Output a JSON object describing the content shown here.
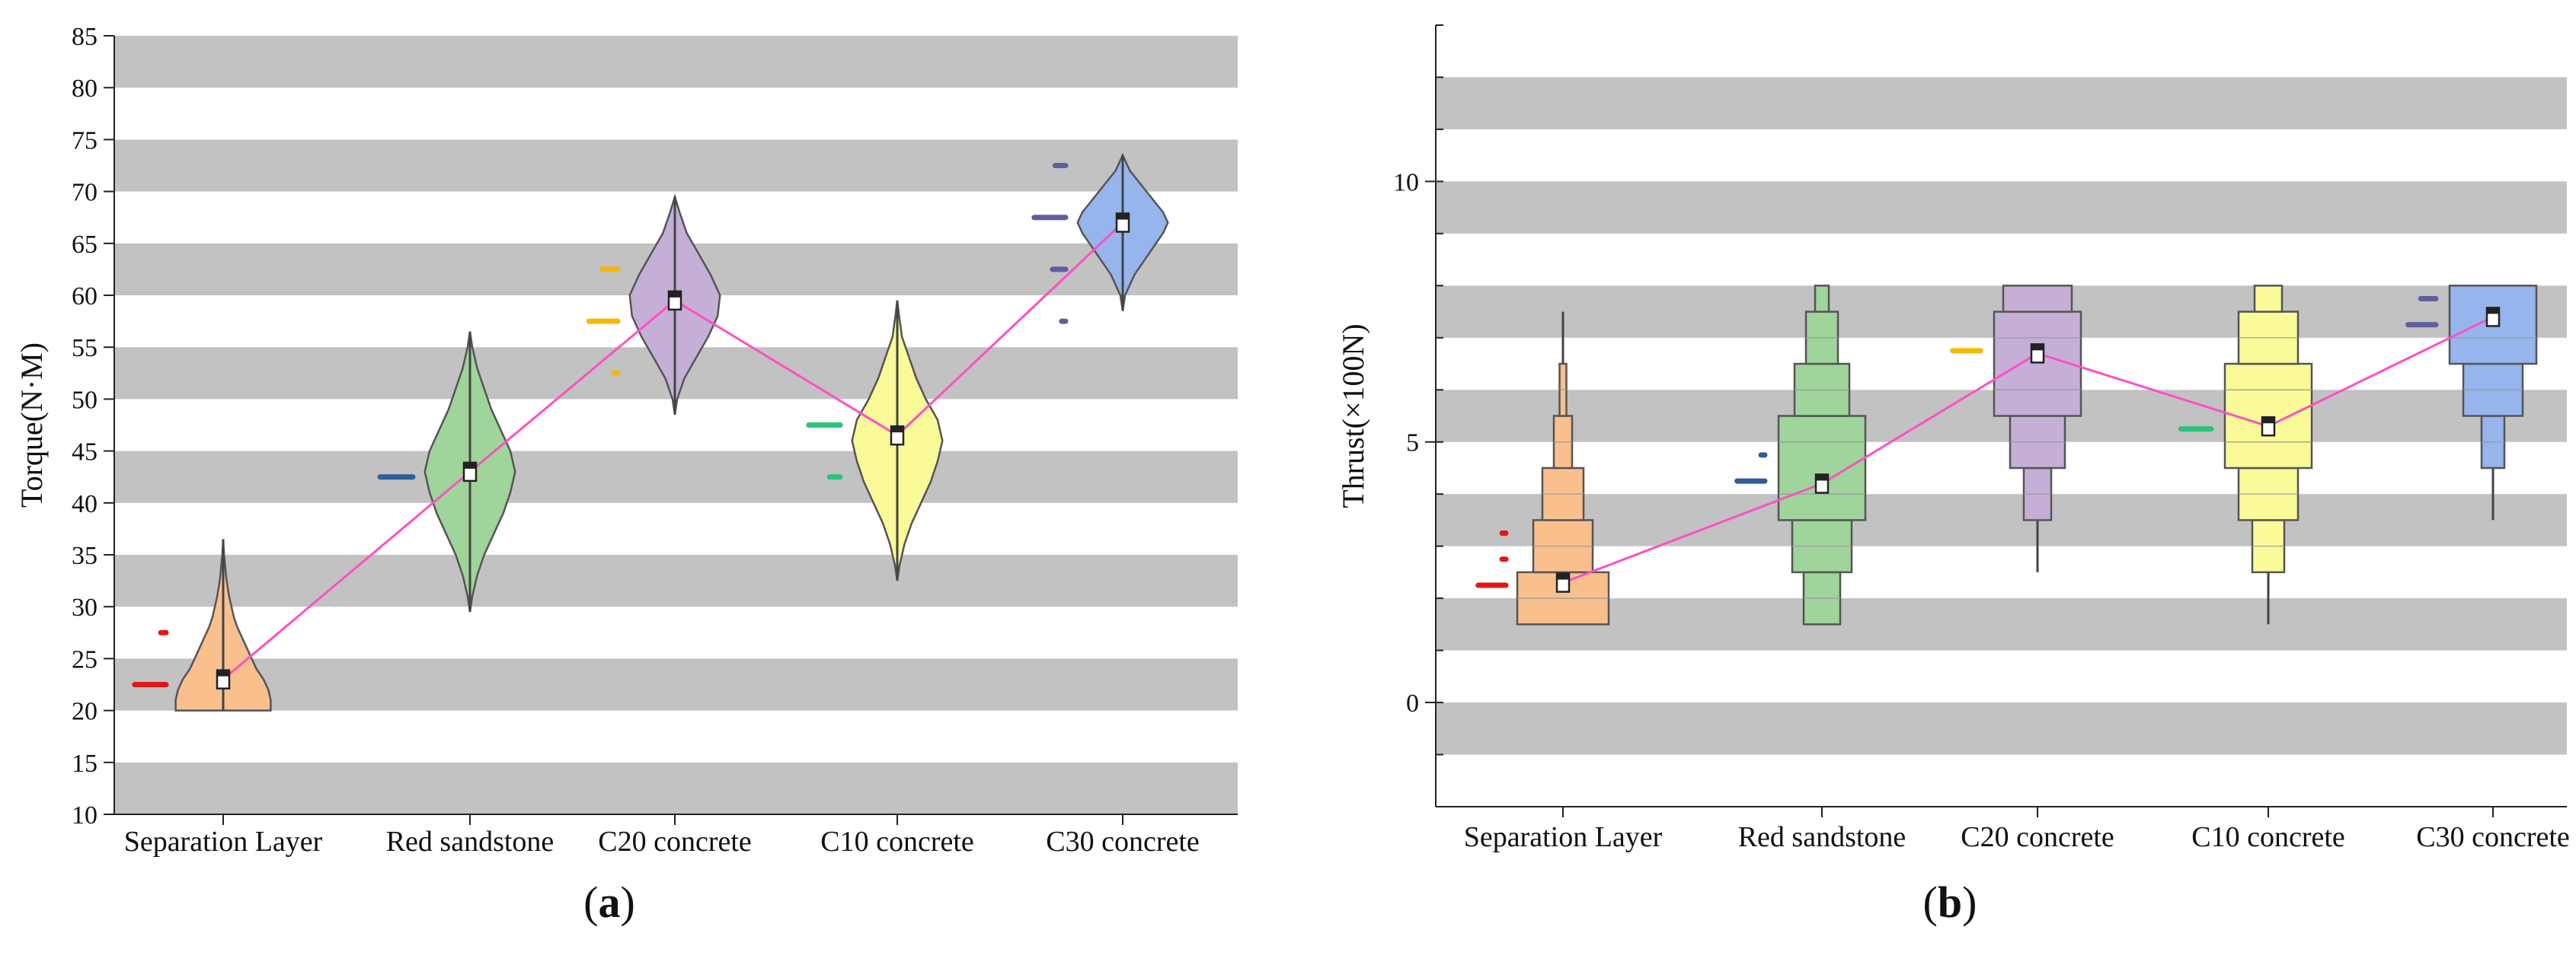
{
  "chart_data": [
    {
      "type": "violin",
      "panel_label": "a",
      "ylabel": "Torque(N·M)",
      "ylim": [
        10,
        85
      ],
      "yticks": [
        10,
        15,
        20,
        25,
        30,
        35,
        40,
        45,
        50,
        55,
        60,
        65,
        70,
        75,
        80,
        85
      ],
      "grid_bands": "alternating grey/white, 5 units",
      "categories": [
        "Separation Layer",
        "Red sandstone",
        "C20 concrete",
        "C10 concrete",
        "C30 concrete"
      ],
      "colors": [
        "#f9c08e",
        "#9fd49a",
        "#c5afd6",
        "#fafa99",
        "#95b5ec"
      ],
      "marker_colors": [
        "#e21818",
        "#2f5d96",
        "#f5b800",
        "#2cc27a",
        "#5f5f9e"
      ],
      "violins": [
        {
          "min": 20,
          "max": 36.5,
          "widths": [
            [
              20,
              0.2
            ],
            [
              21,
              0.2
            ],
            [
              22,
              0.19
            ],
            [
              23,
              0.17
            ],
            [
              24,
              0.14
            ],
            [
              25,
              0.12
            ],
            [
              26,
              0.1
            ],
            [
              27,
              0.08
            ],
            [
              28,
              0.06
            ],
            [
              29,
              0.045
            ],
            [
              30,
              0.035
            ],
            [
              31,
              0.025
            ],
            [
              32,
              0.018
            ],
            [
              33,
              0.012
            ],
            [
              34,
              0.008
            ],
            [
              35,
              0.004
            ],
            [
              36.5,
              0
            ]
          ],
          "mean": 23,
          "box": [
            22.5,
            23.6
          ]
        },
        {
          "min": 29.5,
          "max": 56.5,
          "widths": [
            [
              29.5,
              0
            ],
            [
              31,
              0.01
            ],
            [
              33,
              0.03
            ],
            [
              35,
              0.06
            ],
            [
              37,
              0.1
            ],
            [
              39,
              0.14
            ],
            [
              41,
              0.17
            ],
            [
              43,
              0.19
            ],
            [
              45,
              0.17
            ],
            [
              47,
              0.13
            ],
            [
              49,
              0.09
            ],
            [
              51,
              0.06
            ],
            [
              53,
              0.03
            ],
            [
              55,
              0.01
            ],
            [
              56.5,
              0
            ]
          ],
          "mean": 43,
          "box": [
            42.6,
            43.6
          ]
        },
        {
          "min": 48.5,
          "max": 69.5,
          "widths": [
            [
              48.5,
              0
            ],
            [
              50,
              0.01
            ],
            [
              52,
              0.04
            ],
            [
              54,
              0.09
            ],
            [
              56,
              0.14
            ],
            [
              58,
              0.18
            ],
            [
              60,
              0.19
            ],
            [
              62,
              0.15
            ],
            [
              64,
              0.1
            ],
            [
              66,
              0.05
            ],
            [
              68,
              0.02
            ],
            [
              69.5,
              0
            ]
          ],
          "mean": 59.5,
          "box": [
            59,
            60.4
          ]
        },
        {
          "min": 32.5,
          "max": 59.5,
          "widths": [
            [
              32.5,
              0
            ],
            [
              34,
              0.01
            ],
            [
              36,
              0.03
            ],
            [
              38,
              0.06
            ],
            [
              40,
              0.1
            ],
            [
              42,
              0.14
            ],
            [
              44,
              0.17
            ],
            [
              46,
              0.19
            ],
            [
              48,
              0.17
            ],
            [
              50,
              0.12
            ],
            [
              52,
              0.08
            ],
            [
              54,
              0.05
            ],
            [
              56,
              0.02
            ],
            [
              58,
              0.008
            ],
            [
              59.5,
              0
            ]
          ],
          "mean": 46.5,
          "box": [
            45.8,
            47
          ]
        },
        {
          "min": 58.5,
          "max": 73.5,
          "widths": [
            [
              58.5,
              0
            ],
            [
              60,
              0.01
            ],
            [
              62,
              0.05
            ],
            [
              64,
              0.11
            ],
            [
              66,
              0.17
            ],
            [
              67,
              0.19
            ],
            [
              68,
              0.17
            ],
            [
              70,
              0.1
            ],
            [
              72,
              0.03
            ],
            [
              73.5,
              0
            ]
          ],
          "mean": 67,
          "box": [
            66.4,
            67.5
          ]
        }
      ],
      "means": [
        23,
        43,
        59.5,
        46.5,
        67
      ],
      "side_markers": [
        [
          {
            "y": 22.5,
            "len": 0.24
          },
          {
            "y": 27.5,
            "len": 0.04
          }
        ],
        [
          {
            "y": 42.5,
            "len": 0.25
          }
        ],
        [
          {
            "y": 62.5,
            "len": 0.12
          },
          {
            "y": 57.5,
            "len": 0.22
          },
          {
            "y": 52.5,
            "len": 0.03
          }
        ],
        [
          {
            "y": 47.5,
            "len": 0.24
          },
          {
            "y": 42.5,
            "len": 0.08
          }
        ],
        [
          {
            "y": 72.5,
            "len": 0.08
          },
          {
            "y": 67.5,
            "len": 0.24
          },
          {
            "y": 62.5,
            "len": 0.1
          },
          {
            "y": 57.5,
            "len": 0.03
          }
        ]
      ]
    },
    {
      "type": "violin-histogram",
      "panel_label": "b",
      "ylabel": "Thrust(×100N)",
      "ylim": [
        -2,
        13
      ],
      "yticks": [
        0,
        5,
        10
      ],
      "grid_bands": "alternating grey/white, 1 unit",
      "categories": [
        "Separation Layer",
        "Red sandstone",
        "C20 concrete",
        "C10 concrete",
        "C30 concrete"
      ],
      "colors": [
        "#f9c08e",
        "#9fd49a",
        "#c5afd6",
        "#fafa99",
        "#95b5ec"
      ],
      "marker_colors": [
        "#e21818",
        "#2f5d96",
        "#f5b800",
        "#2cc27a",
        "#5f5f9e"
      ],
      "histograms": [
        {
          "bins": [
            [
              1.5,
              2.5,
              0.2
            ],
            [
              2.5,
              3.5,
              0.13
            ],
            [
              3.5,
              4.5,
              0.09
            ],
            [
              4.5,
              5.5,
              0.04
            ],
            [
              5.5,
              6.5,
              0.015
            ]
          ],
          "whisker": [
            6.5,
            7.5
          ]
        },
        {
          "bins": [
            [
              1.5,
              2.5,
              0.08
            ],
            [
              2.5,
              3.5,
              0.13
            ],
            [
              3.5,
              5.5,
              0.19
            ],
            [
              5.5,
              6.5,
              0.12
            ],
            [
              6.5,
              7.5,
              0.07
            ],
            [
              7.5,
              8.0,
              0.03
            ]
          ],
          "whisker": null
        },
        {
          "bins": [
            [
              3.5,
              4.5,
              0.06
            ],
            [
              4.5,
              5.5,
              0.12
            ],
            [
              5.5,
              7.5,
              0.19
            ],
            [
              7.5,
              8.0,
              0.15
            ]
          ],
          "whisker": [
            2.5,
            3.5
          ]
        },
        {
          "bins": [
            [
              2.5,
              3.5,
              0.07
            ],
            [
              3.5,
              4.5,
              0.13
            ],
            [
              4.5,
              6.5,
              0.19
            ],
            [
              6.5,
              7.5,
              0.13
            ],
            [
              7.5,
              8.0,
              0.06
            ]
          ],
          "whisker": [
            1.5,
            2.5
          ]
        },
        {
          "bins": [
            [
              4.5,
              5.5,
              0.05
            ],
            [
              5.5,
              6.5,
              0.13
            ],
            [
              6.5,
              8.0,
              0.19
            ]
          ],
          "whisker": [
            3.5,
            4.5
          ]
        }
      ],
      "means": [
        2.3,
        4.2,
        6.7,
        5.3,
        7.4
      ],
      "side_markers": [
        [
          {
            "y": 2.25,
            "len": 0.22
          },
          {
            "y": 2.75,
            "len": 0.03
          },
          {
            "y": 3.25,
            "len": 0.03
          }
        ],
        [
          {
            "y": 4.25,
            "len": 0.22
          },
          {
            "y": 4.75,
            "len": 0.03
          }
        ],
        [
          {
            "y": 6.75,
            "len": 0.22
          }
        ],
        [
          {
            "y": 5.25,
            "len": 0.24
          }
        ],
        [
          {
            "y": 7.25,
            "len": 0.22
          },
          {
            "y": 7.75,
            "len": 0.12
          }
        ]
      ]
    }
  ]
}
